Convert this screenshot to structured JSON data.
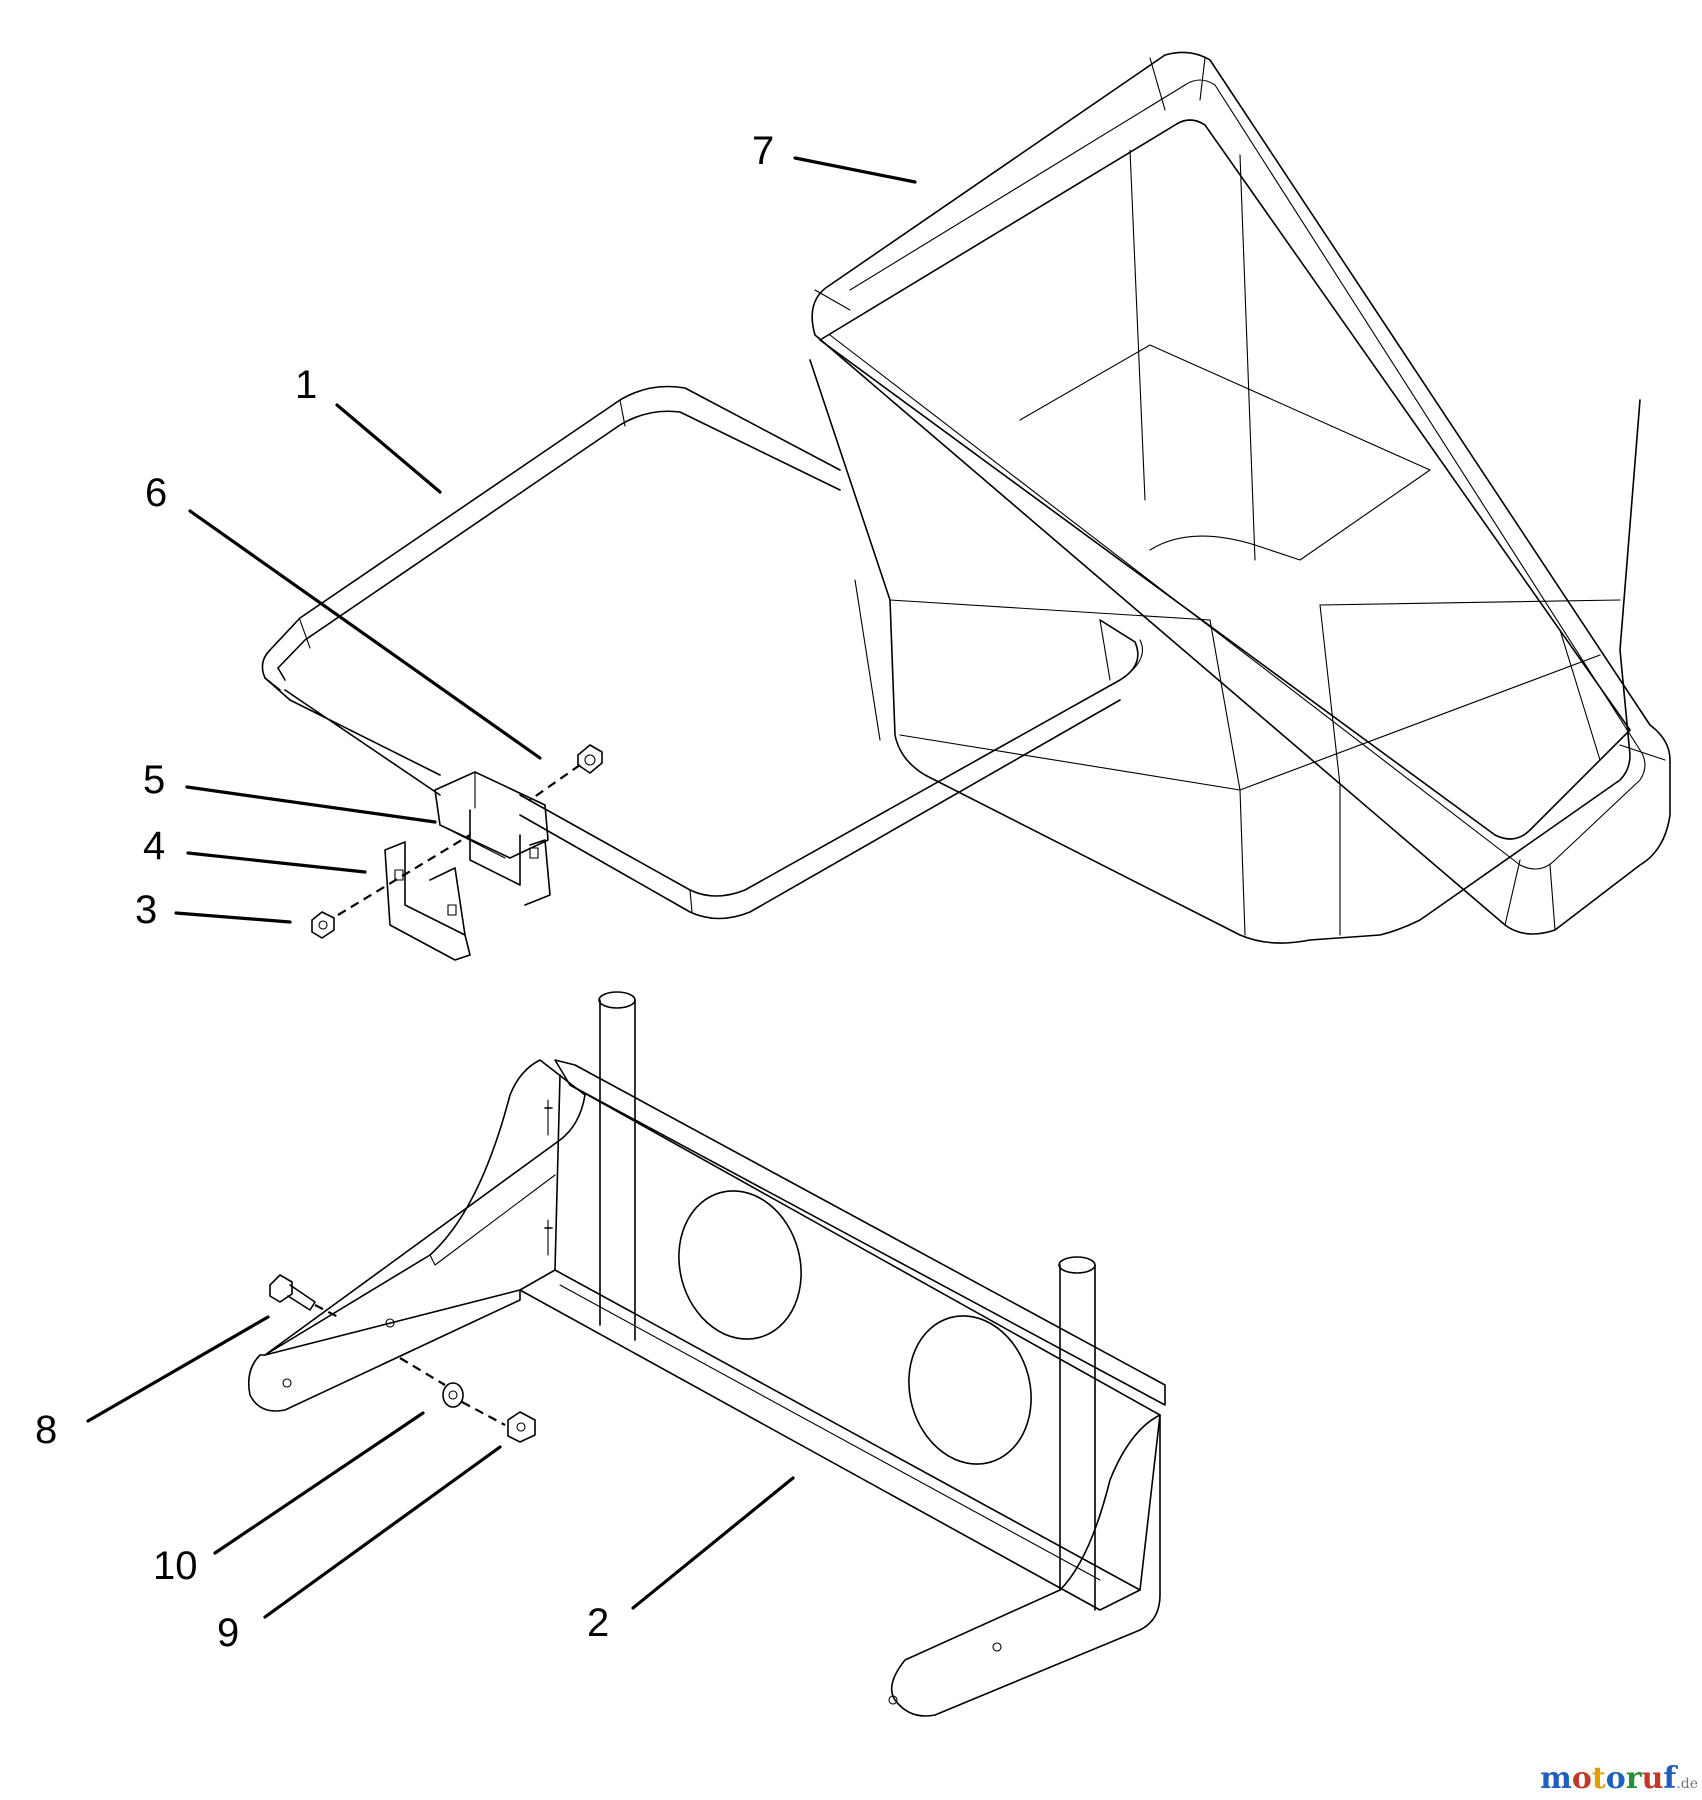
{
  "callouts": {
    "c1": "1",
    "c2": "2",
    "c3": "3",
    "c4": "4",
    "c5": "5",
    "c6": "6",
    "c7": "7",
    "c8": "8",
    "c9": "9",
    "c10": "10"
  },
  "watermark": {
    "text": "motoruf",
    "tld": ".de",
    "letter_colors": [
      "#1f5fbf",
      "#c0392b",
      "#e1a100",
      "#1f5fbf",
      "#2e8b3a",
      "#c0392b",
      "#1f5fbf"
    ]
  }
}
